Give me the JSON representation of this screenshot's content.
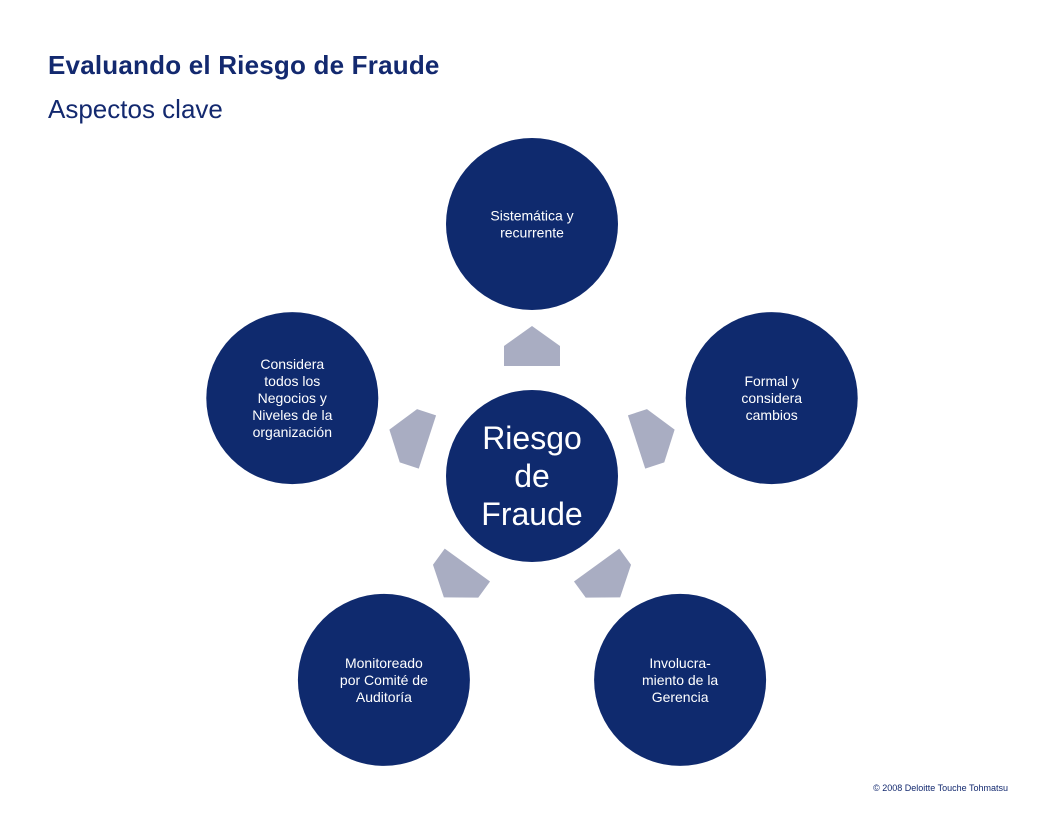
{
  "title": "Evaluando el Riesgo de Fraude",
  "subtitle": "Aspectos clave",
  "colors": {
    "title": "#13296f",
    "node_fill": "#0f2a6e",
    "arrow_fill": "#a9adc2"
  },
  "center": {
    "lines": [
      "Riesgo",
      "de",
      "Fraude"
    ]
  },
  "nodes": [
    {
      "id": "top",
      "lines": [
        "Sistemática y",
        "recurrente"
      ]
    },
    {
      "id": "right",
      "lines": [
        "Formal y",
        "considera",
        "cambios"
      ]
    },
    {
      "id": "bottom-right",
      "lines": [
        "Involucra-",
        "miento de la",
        "Gerencia"
      ]
    },
    {
      "id": "bottom-left",
      "lines": [
        "Monitoreado",
        "por Comité de",
        "Auditoría"
      ]
    },
    {
      "id": "left",
      "lines": [
        "Considera",
        "todos los",
        "Negocios y",
        "Niveles de la",
        "organización"
      ]
    }
  ],
  "copyright": "© 2008 Deloitte Touche Tohmatsu"
}
